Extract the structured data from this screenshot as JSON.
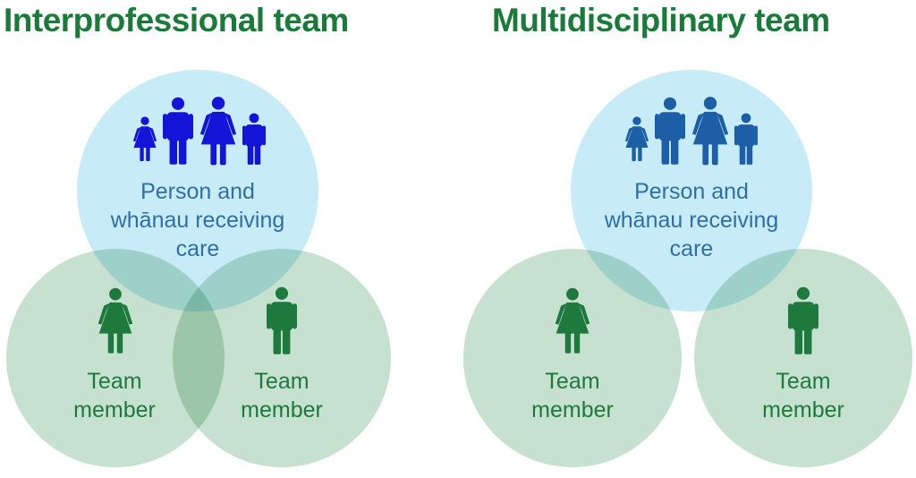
{
  "interprofessional": {
    "title": "Interprofessional team",
    "person": {
      "line1": "Person and",
      "line2": "whānau receiving",
      "line3": "care",
      "icon": "family-icon",
      "icon_color": "#1414d8"
    },
    "member_left": {
      "line1": "Team",
      "line2": "member",
      "icon": "female-person-icon"
    },
    "member_right": {
      "line1": "Team",
      "line2": "member",
      "icon": "male-person-icon"
    }
  },
  "multidisciplinary": {
    "title": "Multidisciplinary team",
    "person": {
      "line1": "Person and",
      "line2": "whānau receiving",
      "line3": "care",
      "icon": "family-icon",
      "icon_color": "#1d5fa6"
    },
    "member_left": {
      "line1": "Team",
      "line2": "member",
      "icon": "female-person-icon"
    },
    "member_right": {
      "line1": "Team",
      "line2": "member",
      "icon": "male-person-icon"
    }
  },
  "colors": {
    "title": "#1a7a3a",
    "team_circle": "#c7e1d0",
    "person_circle": "#c8ecf7",
    "team_icon": "#1d7a3c"
  }
}
